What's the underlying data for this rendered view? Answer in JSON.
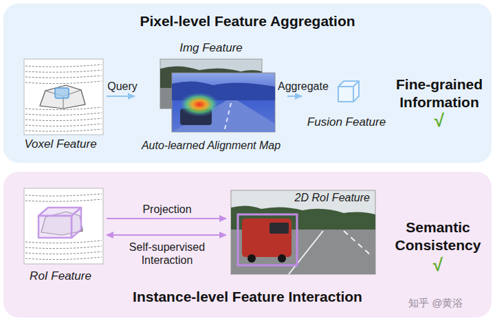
{
  "diagram": {
    "nodes": [
      {
        "text": [
          "Pixel-level Feature Aggregation"
        ]
      },
      {
        "text": [
          "Voxel Feature"
        ],
        "in": 0
      },
      {
        "text": [
          "Img Feature",
          "Auto-learned Alignment Map"
        ],
        "in": 0
      },
      {
        "text": [
          "Fusion Feature"
        ],
        "in": 0
      },
      {
        "text": [
          "Instance-level Feature Interaction"
        ]
      },
      {
        "text": [
          "RoI Feature"
        ],
        "in": 4
      },
      {
        "text": [
          "2D RoI Feature"
        ],
        "in": 4
      }
    ],
    "edges": [
      {
        "from": 1,
        "to": 2,
        "label": "Query",
        "arrow": "to"
      },
      {
        "from": 2,
        "to": 3,
        "label": "Aggregate",
        "arrow": "to"
      },
      {
        "from": 5,
        "to": 6,
        "label": "Projection",
        "arrow": "to"
      },
      {
        "from": 5,
        "to": 6,
        "label": "Self-supervised Interaction",
        "arrow": "both"
      }
    ],
    "labels": [
      "Fine-grained Information",
      "√",
      "Semantic Consistency",
      "√",
      "知乎 @黄浴"
    ]
  }
}
